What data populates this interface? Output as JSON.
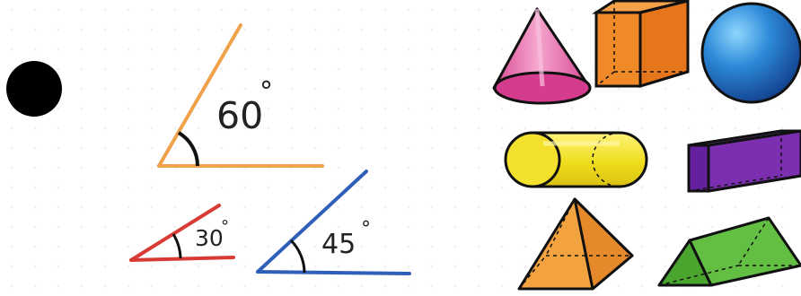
{
  "point": {
    "color": "#000000"
  },
  "angles": [
    {
      "id": "large",
      "value": "60",
      "degree_symbol": "°",
      "color": "#f0a24a"
    },
    {
      "id": "small",
      "value": "30",
      "degree_symbol": "°",
      "color": "#d83b35"
    },
    {
      "id": "medium",
      "value": "45",
      "degree_symbol": "°",
      "color": "#2f5fb8"
    }
  ],
  "solids": [
    {
      "id": "cone",
      "color": "#e05aa0"
    },
    {
      "id": "cube",
      "color": "#f08a28"
    },
    {
      "id": "sphere",
      "color": "#2d8ad8"
    },
    {
      "id": "cylinder",
      "color": "#f4e43a"
    },
    {
      "id": "rectangular-prism",
      "color": "#7b2fb0"
    },
    {
      "id": "square-pyramid",
      "color": "#f2a23e"
    },
    {
      "id": "triangular-prism",
      "color": "#58b33a"
    }
  ]
}
